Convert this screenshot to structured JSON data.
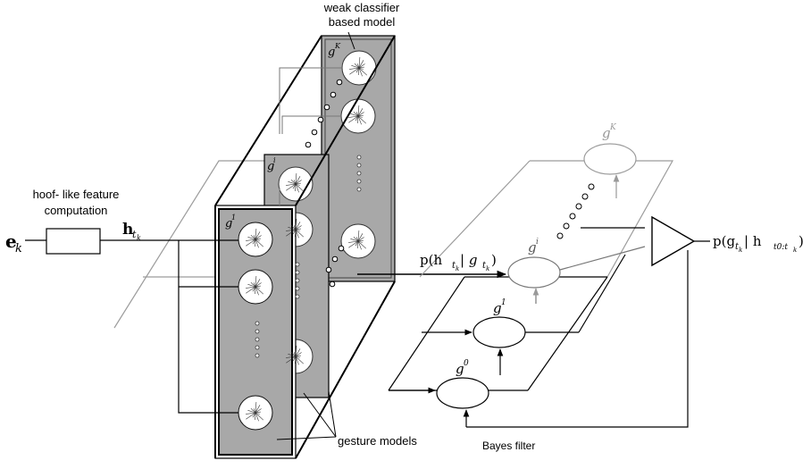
{
  "labels": {
    "weak_classifier_line1": "weak classifier",
    "weak_classifier_line2": "based model",
    "hoof_line1": "hoof- like feature",
    "hoof_line2": "computation",
    "input": "e",
    "input_sub": "k",
    "feature": "h",
    "feature_sub": "t",
    "feature_subsub": "k",
    "gesture_models": "gesture models",
    "bayes_filter": "Bayes filter",
    "likelihood": "p(h",
    "likelihood_rest": " | g",
    "output": "p(g",
    "output_rest": " | h",
    "output_sub2": "t0:t",
    "close_paren": ")"
  },
  "nodes": {
    "g": "g",
    "g0_sup": "0",
    "g1_sup": "1",
    "gi_sup": "i",
    "gK_sup": "K"
  },
  "colors": {
    "panel_fill": "#a8a8a8",
    "panel_fill_dark": "#9a9a9a",
    "stroke": "#000000",
    "faint": "#9c9c9c"
  }
}
